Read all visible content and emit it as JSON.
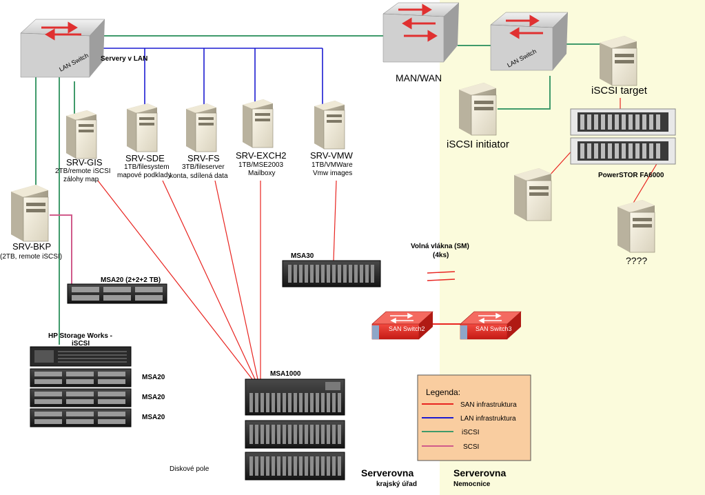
{
  "zones": {
    "left_title": "Serverovna",
    "left_subtitle": "krajský úřad",
    "right_title": "Serverovna",
    "right_subtitle": "Nemocnice"
  },
  "colors": {
    "san": "#e8231f",
    "lan": "#1a1ad0",
    "iscsi": "#3f9a6a",
    "scsi": "#d05a8a",
    "hospital_zone": "#fbfbdc",
    "legend_bg": "#f9cda0"
  },
  "switches": {
    "lan_main": "LAN Switch",
    "lan_hospital": "LAN Switch",
    "servers_in_lan": "Servery v LAN",
    "wan": "MAN/WAN",
    "san2": "SAN Switch2",
    "san3": "SAN Switch3"
  },
  "servers": {
    "gis": {
      "name": "SRV-GIS",
      "line1": "2TB/remote iSCSI",
      "line2": "zálohy map"
    },
    "sde": {
      "name": "SRV-SDE",
      "line1": "1TB/filesystem",
      "line2": "mapové podklady"
    },
    "fs": {
      "name": "SRV-FS",
      "line1": "3TB/fileserver",
      "line2": "konta, sdílená data"
    },
    "exch": {
      "name": "SRV-EXCH2",
      "line1": "1TB/MSE2003",
      "line2": "Mailboxy"
    },
    "vmw": {
      "name": "SRV-VMW",
      "line1": "1TB/VMWare",
      "line2": "Vmw images"
    },
    "bkp": {
      "name": "SRV-BKP",
      "line1": "(2TB, remote iSCSI)"
    },
    "iscsi_target": {
      "name": "iSCSI target"
    },
    "iscsi_initiator": {
      "name": "iSCSI initiator"
    },
    "unknown": {
      "name": "????"
    }
  },
  "storage": {
    "msa20_top": "MSA20 (2+2+2 TB)",
    "hp_line1": "HP Storage Works -",
    "hp_line2": "iSCSI",
    "msa20_a": "MSA20",
    "msa20_b": "MSA20",
    "msa20_c": "MSA20",
    "msa30": "MSA30",
    "msa1000": "MSA1000",
    "diskove_pole": "Diskové pole",
    "powerstor": "PowerSTOR FA6000"
  },
  "fibers": {
    "line1": "Volná vlákna (SM)",
    "line2": "(4ks)"
  },
  "legend": {
    "title": "Legenda:",
    "items": [
      {
        "label": "SAN infrastruktura",
        "color": "#e8231f"
      },
      {
        "label": "LAN infrastruktura",
        "color": "#1a1ad0"
      },
      {
        "label": "iSCSI",
        "color": "#3f9a6a"
      },
      {
        "label": "SCSI",
        "color": "#d05a8a"
      }
    ]
  }
}
